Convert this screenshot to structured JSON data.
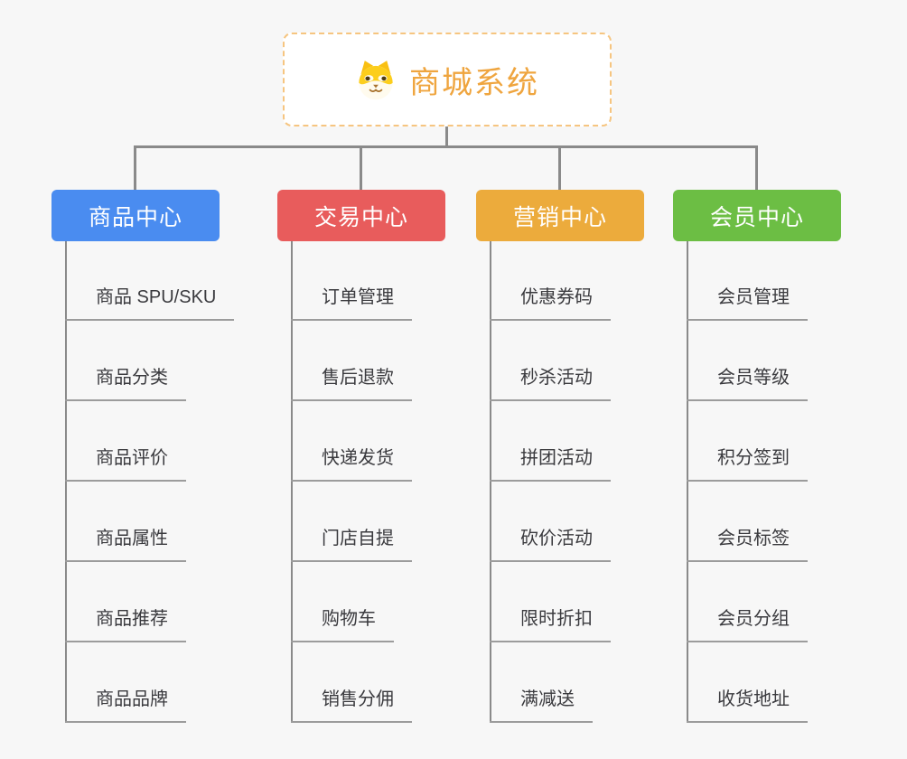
{
  "canvas": {
    "background_color": "#f7f7f7",
    "connector_color": "#8a8a8a",
    "leaf_underline_color": "#9c9c9c"
  },
  "root": {
    "title": "商城系统",
    "icon": "shiba-dog-icon",
    "text_color": "#efa53f",
    "border_color": "#f6c580",
    "background_color": "#ffffff"
  },
  "branches": [
    {
      "label": "商品中心",
      "color": "#4a8cf0",
      "items": [
        "商品 SPU/SKU",
        "商品分类",
        "商品评价",
        "商品属性",
        "商品推荐",
        "商品品牌"
      ]
    },
    {
      "label": "交易中心",
      "color": "#e85c5c",
      "items": [
        "订单管理",
        "售后退款",
        "快递发货",
        "门店自提",
        "购物车",
        "销售分佣"
      ]
    },
    {
      "label": "营销中心",
      "color": "#ecab3c",
      "items": [
        "优惠券码",
        "秒杀活动",
        "拼团活动",
        "砍价活动",
        "限时折扣",
        "满减送"
      ]
    },
    {
      "label": "会员中心",
      "color": "#6cbe44",
      "items": [
        "会员管理",
        "会员等级",
        "积分签到",
        "会员标签",
        "会员分组",
        "收货地址"
      ]
    }
  ]
}
